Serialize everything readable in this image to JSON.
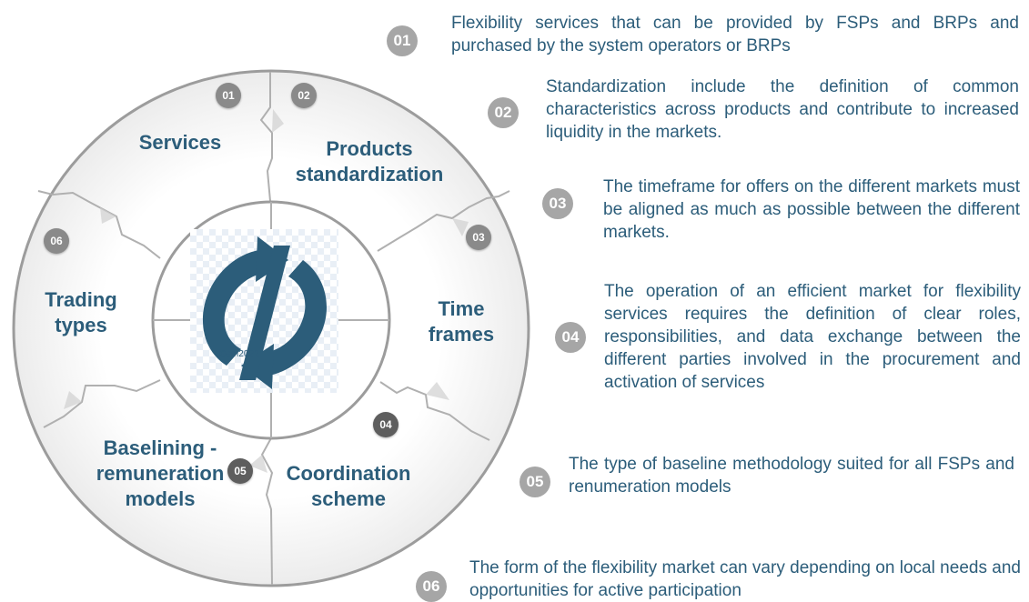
{
  "colors": {
    "text": "#2c5d7a",
    "logo": "#2c5d7a",
    "badge": "#8a8a8a",
    "badge_dark": "#5e5e5e",
    "big_badge": "#a6a6a6",
    "ring": "#a0a0a0",
    "piece_fill": "#f5f5f5"
  },
  "logo": {
    "icon": "rotating-arrows-logo",
    "copyright": "©em2022"
  },
  "segments": [
    {
      "num": "01",
      "label": "Services"
    },
    {
      "num": "02",
      "label": "Products\nstandardization"
    },
    {
      "num": "03",
      "label": "Time\nframes"
    },
    {
      "num": "04",
      "label": "Coordination\nscheme"
    },
    {
      "num": "05",
      "label": "Baselining -\nremuneration\nmodels"
    },
    {
      "num": "06",
      "label": "Trading\ntypes"
    }
  ],
  "descriptions": [
    {
      "num": "01",
      "text": "Flexibility services that can be provided by FSPs and BRPs and purchased by the system operators or BRPs"
    },
    {
      "num": "02",
      "text": "Standardization include the definition of  common characteristics across products and contribute to increased liquidity in the markets."
    },
    {
      "num": "03",
      "text": "The timeframe for offers on the different markets must be aligned as much as possible between the different markets."
    },
    {
      "num": "04",
      "text": "The operation of an efficient market for flexibility services requires the definition of clear roles, responsibilities, and data exchange between the different parties involved in the procurement and activation of services"
    },
    {
      "num": "05",
      "text": "The type of baseline methodology suited for all FSPs and renumeration models"
    },
    {
      "num": "06",
      "text": "The form of the flexibility market can vary depending on local needs and opportunities for active participation"
    }
  ]
}
